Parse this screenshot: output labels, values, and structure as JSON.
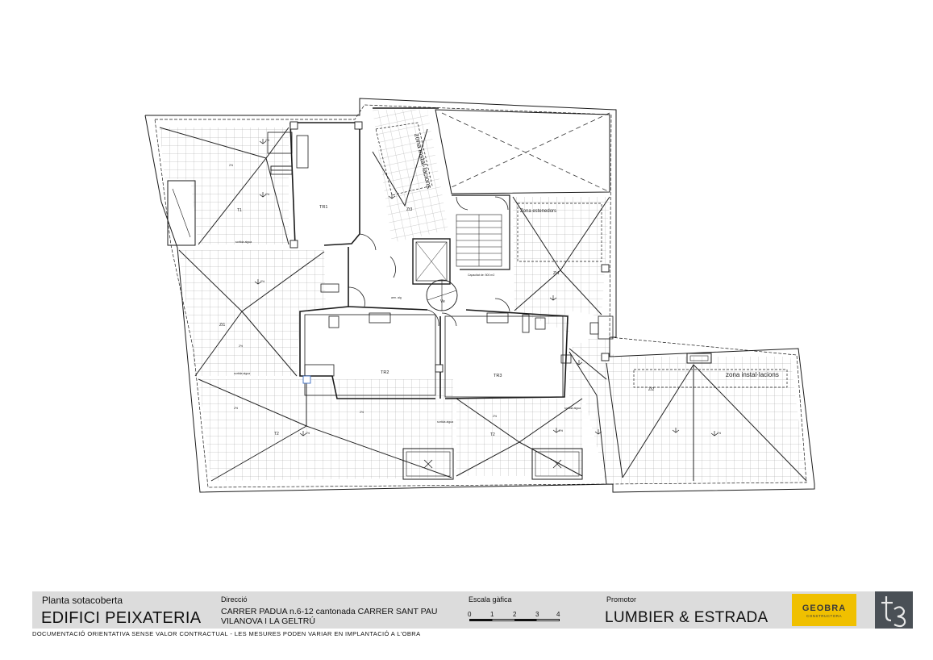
{
  "plan": {
    "rooms": {
      "TR1": "TR1",
      "TR2": "TR2",
      "TR3": "TR3",
      "T1": "T1",
      "T2a": "T2",
      "T2b": "T2",
      "Zt1": "Zt1",
      "Zt2": "Zt2",
      "Zt3": "Zt3",
      "Zt4": "Zt4",
      "Ve": "Ve"
    },
    "zones": {
      "installacions_rotated": "zona instal·lacions",
      "estenedors": "Zona estenedors",
      "installacions": "zona instal·lacions"
    },
    "notes": {
      "desaigua1": "sortida aigua",
      "desaigua2": "sortida aigua",
      "desaigua3": "sortida aigua",
      "desaigua4": "sortida aigua",
      "capacitat": "Capacitat de: 500 m2",
      "arm": "arm. aig"
    },
    "slopes": {
      "s1": "2%",
      "s2": "2%",
      "s3": "2%",
      "s4": "2%",
      "s5": "2%",
      "s6": "2%",
      "s7": "2%",
      "s8": "2%",
      "s9": "2%",
      "s10": "2%",
      "s11": "2%"
    }
  },
  "titleblock": {
    "plan_label": "Planta sotacoberta",
    "project_name": "EDIFICI PEIXATERIA",
    "direccio_label": "Direcció",
    "address_line1": "CARRER PADUA n.6-12 cantonada CARRER SANT PAU",
    "address_line2": "VILANOVA I LA GELTRÚ",
    "scale_label": "Escala gàfica",
    "scale_ticks": [
      "0",
      "1",
      "2",
      "3",
      "4"
    ],
    "promotor_label": "Promotor",
    "promotor_name": "LUMBIER & ESTRADA",
    "geobra_name": "GEOBRA",
    "geobra_sub": "CONSTRUCTORA",
    "t3_logo": "t3"
  },
  "disclaimer": "DOCUMENTACIÓ ORIENTATIVA SENSE VALOR CONTRACTUAL  -  LES MESURES PODEN VARIAR EN IMPLANTACIÓ A L'OBRA",
  "colors": {
    "line": "#1a1a1a",
    "grid": "#9a9a9a",
    "titleblock_bg": "#dcdcdc",
    "geobra_yellow": "#f0c000",
    "t3_bg": "#4a5056"
  }
}
